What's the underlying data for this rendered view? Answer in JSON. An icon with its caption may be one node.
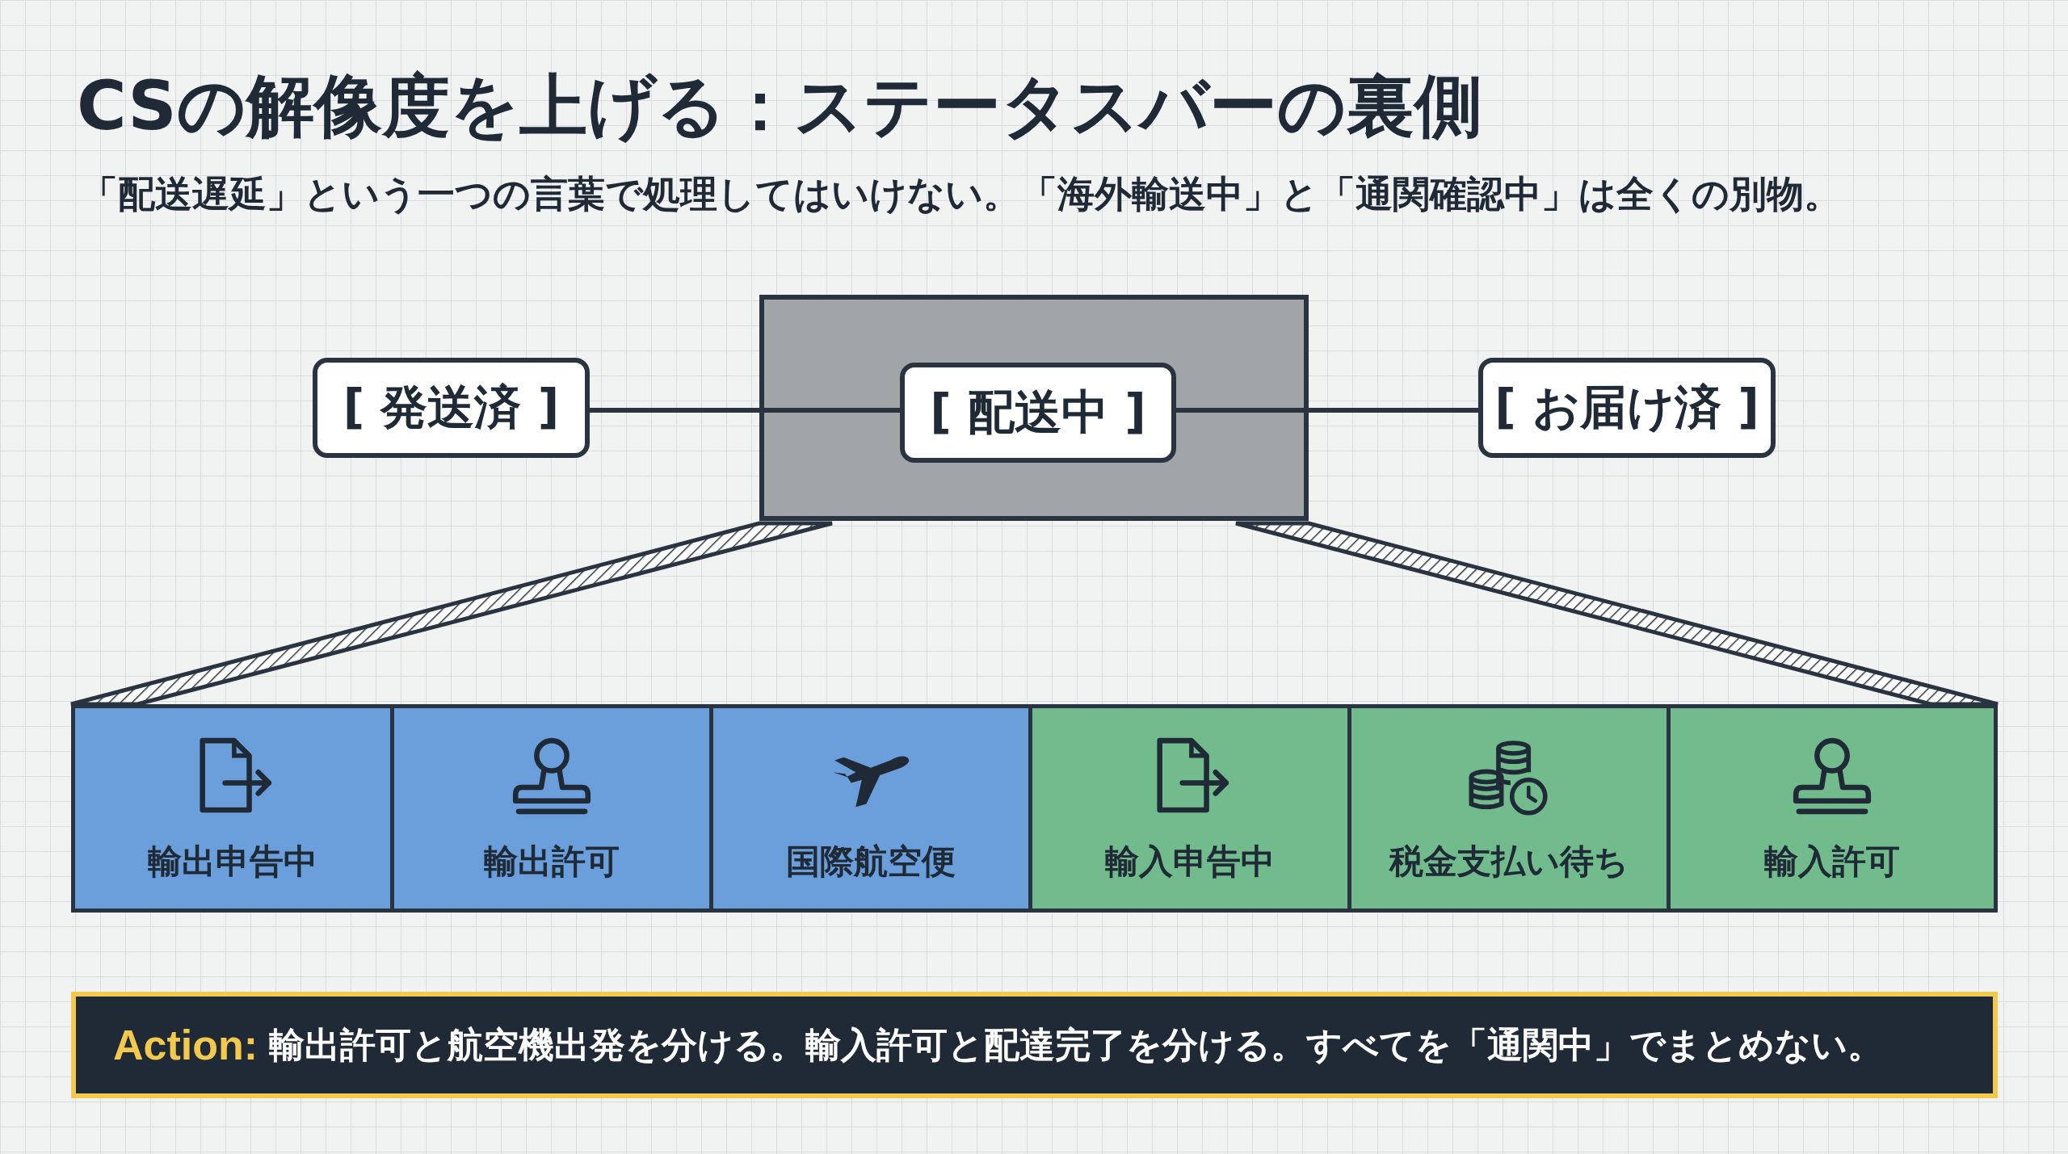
{
  "diagram": {
    "title": "CSの解像度を上げる：ステータスバーの裏側",
    "nodes": [
      {
        "text": [
          "[ 発送済 ]"
        ]
      },
      {
        "text": [],
        "shape": "box"
      },
      {
        "text": [
          "[ 配送中 ]"
        ],
        "in": 1
      },
      {
        "text": [
          "[ お届け済 ]"
        ]
      },
      {
        "text": [
          "輸出申告中"
        ]
      },
      {
        "text": [
          "輸出許可"
        ]
      },
      {
        "text": [
          "国際航空便"
        ]
      },
      {
        "text": [
          "輸入申告中"
        ]
      },
      {
        "text": [
          "税金支払い待ち"
        ]
      },
      {
        "text": [
          "輸入許可"
        ]
      }
    ],
    "edges": [
      {
        "from": 0,
        "to": 2,
        "arrow": "none"
      },
      {
        "from": 2,
        "to": 3,
        "arrow": "none"
      }
    ],
    "labels": [
      "「配送遅延」という一つの言葉で処理してはいけない。「海外輸送中」と「通関確認中」は全くの別物。",
      "Action:",
      "輸出許可と航空機出発を分ける。輸入許可と配達完了を分ける。すべてを「通関中」でまとめない。"
    ]
  }
}
